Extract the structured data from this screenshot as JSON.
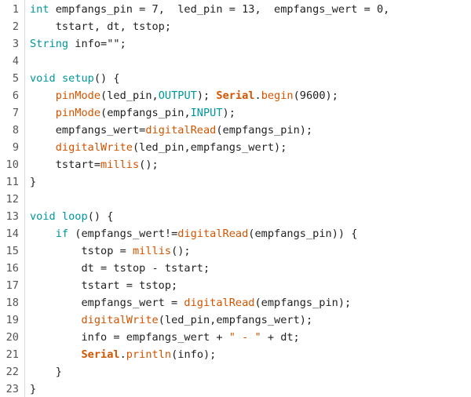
{
  "colors": {
    "type_keyword": "#00979c",
    "builtin_function": "#d35400",
    "text": "#222222",
    "line_number": "#555555",
    "background": "#ffffff"
  },
  "lines": [
    {
      "n": "1",
      "tokens": [
        {
          "t": "int",
          "c": "kw"
        },
        {
          "t": " empfangs_pin = 7,  led_pin = 13,  empfangs_wert = 0,"
        }
      ]
    },
    {
      "n": "2",
      "tokens": [
        {
          "t": "    tstart, dt, tstop;"
        }
      ]
    },
    {
      "n": "3",
      "tokens": [
        {
          "t": "String",
          "c": "kw"
        },
        {
          "t": " info=\"\";"
        }
      ]
    },
    {
      "n": "4",
      "tokens": []
    },
    {
      "n": "5",
      "tokens": [
        {
          "t": "void",
          "c": "kw"
        },
        {
          "t": " "
        },
        {
          "t": "setup",
          "c": "kw"
        },
        {
          "t": "() {"
        }
      ]
    },
    {
      "n": "6",
      "tokens": [
        {
          "t": "    "
        },
        {
          "t": "pinMode",
          "c": "fn"
        },
        {
          "t": "(led_pin,"
        },
        {
          "t": "OUTPUT",
          "c": "kw"
        },
        {
          "t": "); "
        },
        {
          "t": "Serial",
          "c": "fn bold"
        },
        {
          "t": "."
        },
        {
          "t": "begin",
          "c": "fn"
        },
        {
          "t": "(9600);"
        }
      ]
    },
    {
      "n": "7",
      "tokens": [
        {
          "t": "    "
        },
        {
          "t": "pinMode",
          "c": "fn"
        },
        {
          "t": "(empfangs_pin,"
        },
        {
          "t": "INPUT",
          "c": "kw"
        },
        {
          "t": ");"
        }
      ]
    },
    {
      "n": "8",
      "tokens": [
        {
          "t": "    empfangs_wert="
        },
        {
          "t": "digitalRead",
          "c": "fn"
        },
        {
          "t": "(empfangs_pin);"
        }
      ]
    },
    {
      "n": "9",
      "tokens": [
        {
          "t": "    "
        },
        {
          "t": "digitalWrite",
          "c": "fn"
        },
        {
          "t": "(led_pin,empfangs_wert);"
        }
      ]
    },
    {
      "n": "10",
      "tokens": [
        {
          "t": "    tstart="
        },
        {
          "t": "millis",
          "c": "fn"
        },
        {
          "t": "();"
        }
      ]
    },
    {
      "n": "11",
      "tokens": [
        {
          "t": "}"
        }
      ]
    },
    {
      "n": "12",
      "tokens": []
    },
    {
      "n": "13",
      "tokens": [
        {
          "t": "void",
          "c": "kw"
        },
        {
          "t": " "
        },
        {
          "t": "loop",
          "c": "kw"
        },
        {
          "t": "() {"
        }
      ]
    },
    {
      "n": "14",
      "tokens": [
        {
          "t": "    "
        },
        {
          "t": "if",
          "c": "kw"
        },
        {
          "t": " (empfangs_wert!="
        },
        {
          "t": "digitalRead",
          "c": "fn"
        },
        {
          "t": "(empfangs_pin)) {"
        }
      ]
    },
    {
      "n": "15",
      "tokens": [
        {
          "t": "        tstop = "
        },
        {
          "t": "millis",
          "c": "fn"
        },
        {
          "t": "();"
        }
      ]
    },
    {
      "n": "16",
      "tokens": [
        {
          "t": "        dt = tstop - tstart;"
        }
      ]
    },
    {
      "n": "17",
      "tokens": [
        {
          "t": "        tstart = tstop;"
        }
      ]
    },
    {
      "n": "18",
      "tokens": [
        {
          "t": "        empfangs_wert = "
        },
        {
          "t": "digitalRead",
          "c": "fn"
        },
        {
          "t": "(empfangs_pin);"
        }
      ]
    },
    {
      "n": "19",
      "tokens": [
        {
          "t": "        "
        },
        {
          "t": "digitalWrite",
          "c": "fn"
        },
        {
          "t": "(led_pin,empfangs_wert);"
        }
      ]
    },
    {
      "n": "20",
      "tokens": [
        {
          "t": "        info = empfangs_wert + "
        },
        {
          "t": "\" - \"",
          "c": "fn"
        },
        {
          "t": " + dt;"
        }
      ]
    },
    {
      "n": "21",
      "tokens": [
        {
          "t": "        "
        },
        {
          "t": "Serial",
          "c": "fn bold"
        },
        {
          "t": "."
        },
        {
          "t": "println",
          "c": "fn"
        },
        {
          "t": "(info);"
        }
      ]
    },
    {
      "n": "22",
      "tokens": [
        {
          "t": "    }"
        }
      ]
    },
    {
      "n": "23",
      "tokens": [
        {
          "t": "}"
        }
      ]
    }
  ]
}
